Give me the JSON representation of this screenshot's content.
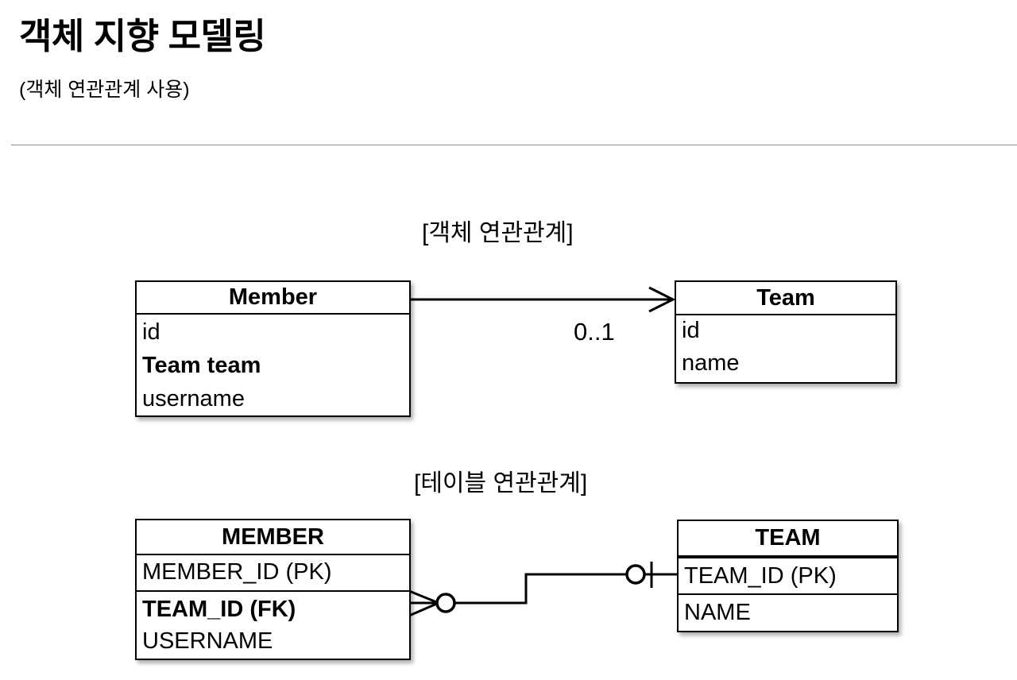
{
  "slide": {
    "title": "객체 지향 모델링",
    "subtitle": "(객체 연관관계 사용)"
  },
  "sections": {
    "object_model": {
      "caption": "[객체 연관관계]",
      "multiplicity": "0..1",
      "entities": [
        {
          "name": "Member",
          "attributes": [
            {
              "text": "id",
              "bold": false
            },
            {
              "text": "Team team",
              "bold": true
            },
            {
              "text": "username",
              "bold": false
            }
          ]
        },
        {
          "name": "Team",
          "attributes": [
            {
              "text": "id",
              "bold": false
            },
            {
              "text": "name",
              "bold": false
            }
          ]
        }
      ],
      "relationship": {
        "kind": "uml-directed-association",
        "from": "Member",
        "to": "Team",
        "target_multiplicity": "0..1"
      }
    },
    "table_model": {
      "caption": "[테이블 연관관계]",
      "entities": [
        {
          "name": "MEMBER",
          "attributes": [
            {
              "text": "MEMBER_ID (PK)",
              "bold": false
            },
            {
              "text": "TEAM_ID (FK)",
              "bold": true
            },
            {
              "text": "USERNAME",
              "bold": false
            }
          ]
        },
        {
          "name": "TEAM",
          "attributes": [
            {
              "text": "TEAM_ID (PK)",
              "bold": false
            },
            {
              "text": "NAME",
              "bold": false
            }
          ]
        }
      ],
      "relationship": {
        "kind": "crows-foot",
        "from": "MEMBER",
        "from_cardinality": "zero-or-many",
        "to": "TEAM",
        "to_cardinality": "zero-or-one"
      }
    }
  },
  "colors": {
    "background": "#ffffff",
    "text": "#000000",
    "rule": "#8c8c8c",
    "stroke": "#000000"
  }
}
